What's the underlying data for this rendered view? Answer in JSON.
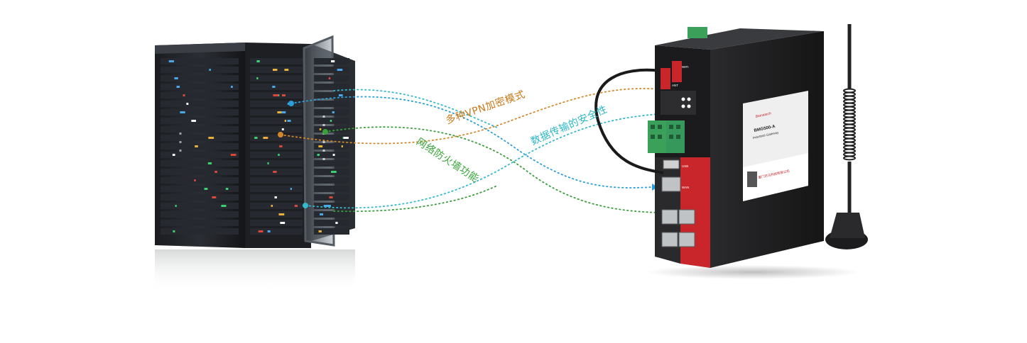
{
  "labels": {
    "vpn": "多种VPN加密模式",
    "secure": "数据传输的安全性",
    "firewall": "网络防火墙功能"
  },
  "device": {
    "model": "BMG500-A",
    "type": "Industrial Gateway",
    "brand": "Bamatech",
    "company": "厦门巴马科技有限公司",
    "port_usb": "USB",
    "port_wan": "WAN",
    "port_ant": "ANT",
    "port_wifi": "WIFI"
  },
  "colors": {
    "orange": "#d4862a",
    "cyan": "#35b9cc",
    "green": "#3a9e3a",
    "blue": "#2a9fd8",
    "device_red": "#c8262a"
  }
}
